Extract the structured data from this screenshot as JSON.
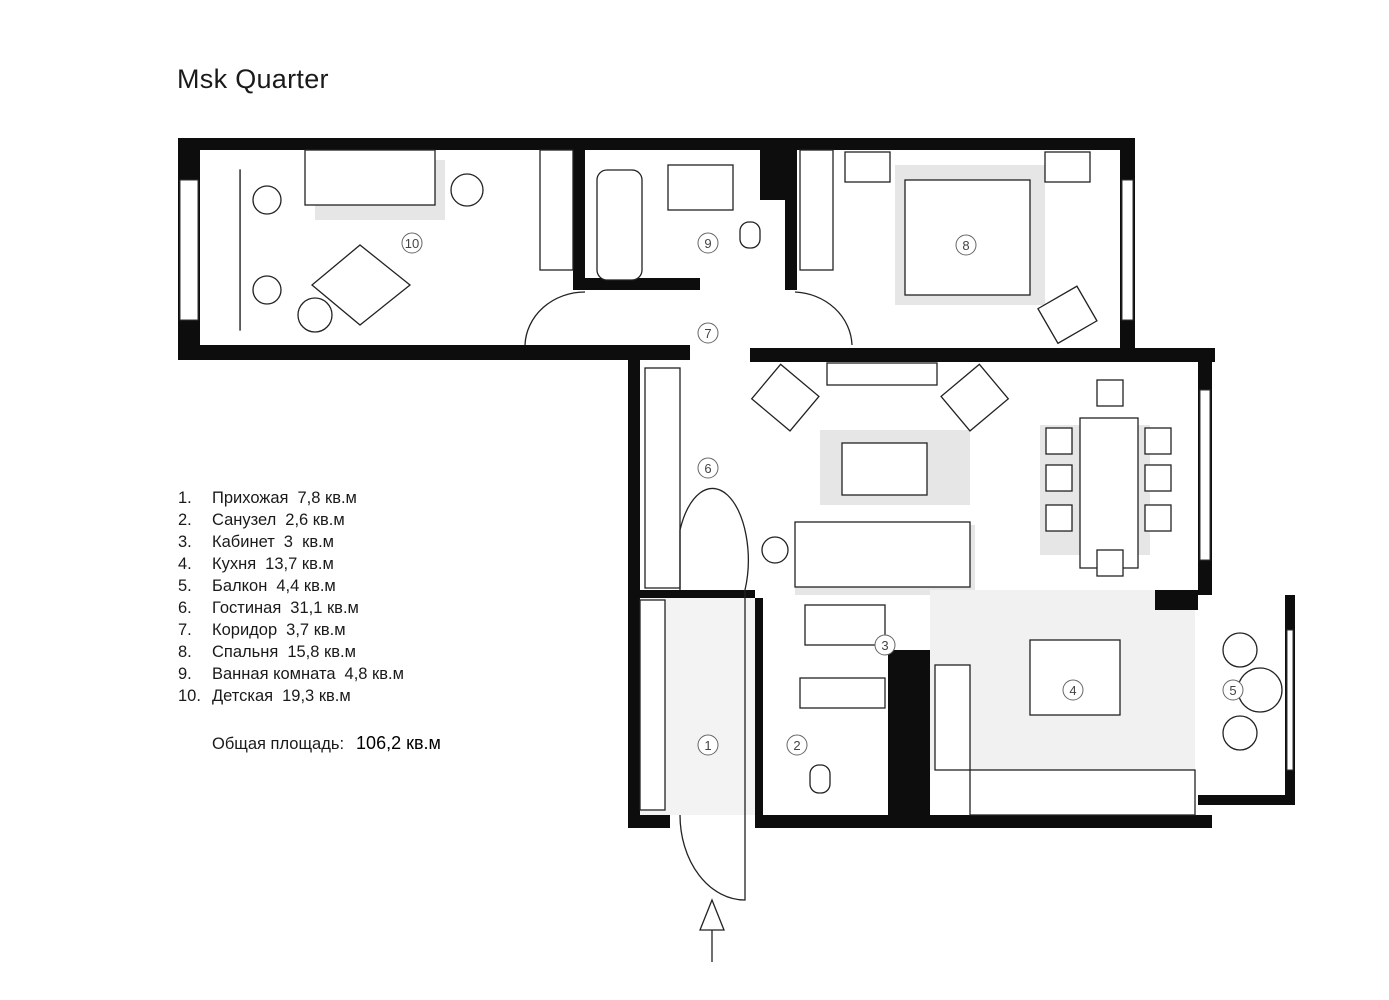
{
  "title": "Msk Quarter",
  "rooms": [
    {
      "num": "1.",
      "label": "1",
      "name": "Прихожая",
      "area": "7,8 кв.м"
    },
    {
      "num": "2.",
      "label": "2",
      "name": "Санузел",
      "area": "2,6 кв.м"
    },
    {
      "num": "3.",
      "label": "3",
      "name": "Кабинет",
      "area": "3  кв.м"
    },
    {
      "num": "4.",
      "label": "4",
      "name": "Кухня",
      "area": "13,7 кв.м"
    },
    {
      "num": "5.",
      "label": "5",
      "name": "Балкон",
      "area": "4,4 кв.м"
    },
    {
      "num": "6.",
      "label": "6",
      "name": "Гостиная",
      "area": "31,1 кв.м"
    },
    {
      "num": "7.",
      "label": "7",
      "name": "Коридор",
      "area": "3,7 кв.м"
    },
    {
      "num": "8.",
      "label": "8",
      "name": "Спальня",
      "area": "15,8 кв.м"
    },
    {
      "num": "9.",
      "label": "9",
      "name": "Ванная комната",
      "area": "4,8 кв.м"
    },
    {
      "num": "10.",
      "label": "10",
      "name": "Детская",
      "area": "19,3 кв.м"
    }
  ],
  "total": {
    "label": "Общая площадь:",
    "value": "106,2 кв.м"
  },
  "colors": {
    "wall": "#0d0d0d",
    "shadow": "#e3e3e3",
    "line": "#333333"
  }
}
